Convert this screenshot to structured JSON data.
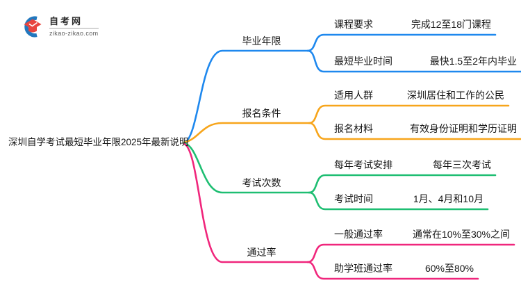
{
  "logo": {
    "title": "自考网",
    "domain": "zikao-zikao.com"
  },
  "root": {
    "title": "深圳自学考试最短毕业年限2025年最新说明"
  },
  "colors": {
    "branch1": "#1E88EE",
    "branch2": "#F7A51B",
    "branch3": "#1EBE72",
    "branch4": "#F0267C",
    "logo_blue": "#2278BE",
    "logo_red": "#E8453F"
  },
  "branches": [
    {
      "label": "毕业年限",
      "color": "#1E88EE",
      "children": [
        {
          "label": "课程要求",
          "value": "完成12至18门课程"
        },
        {
          "label": "最短毕业时间",
          "value": "最快1.5至2年内毕业"
        }
      ]
    },
    {
      "label": "报名条件",
      "color": "#F7A51B",
      "children": [
        {
          "label": "适用人群",
          "value": "深圳居住和工作的公民"
        },
        {
          "label": "报名材料",
          "value": "有效身份证明和学历证明"
        }
      ]
    },
    {
      "label": "考试次数",
      "color": "#1EBE72",
      "children": [
        {
          "label": "每年考试安排",
          "value": "每年三次考试"
        },
        {
          "label": "考试时间",
          "value": "1月、4月和10月"
        }
      ]
    },
    {
      "label": "通过率",
      "color": "#F0267C",
      "children": [
        {
          "label": "一般通过率",
          "value": "通常在10%至30%之间"
        },
        {
          "label": "助学班通过率",
          "value": "60%至80%"
        }
      ]
    }
  ]
}
